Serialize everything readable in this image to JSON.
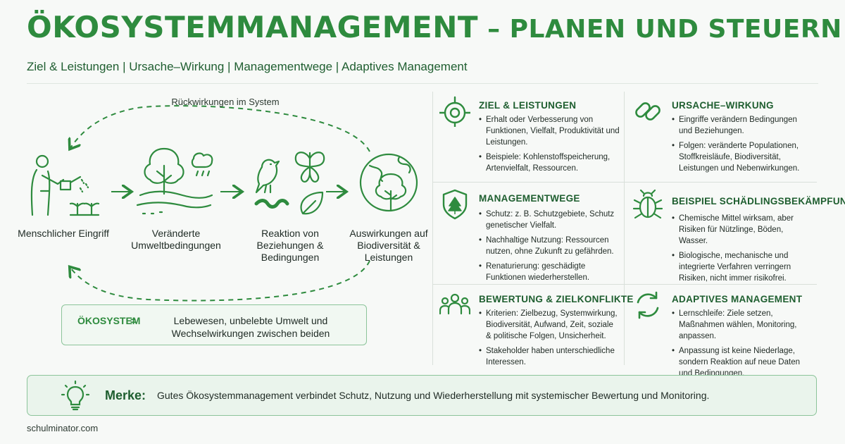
{
  "header": {
    "title_part1": "ÖKOSYSTEMMANAGEMENT",
    "title_part2": " – PLANEN UND STEUERN",
    "subtitle": "Ziel & Leistungen  |  Ursache–Wirkung  |  Managementwege  |  Adaptives Management"
  },
  "flow": {
    "loop_label": "Rückwirkungen im System",
    "stages": [
      {
        "label": "Menschlicher Eingriff",
        "icon": "person-watering-plants-icon"
      },
      {
        "label": "Veränderte Umweltbedingungen",
        "icon": "tree-landscape-rain-icon"
      },
      {
        "label": "Reaktion von Beziehungen & Bedingungen",
        "icon": "bird-butterfly-worm-leaf-icon"
      },
      {
        "label": "Auswirkungen auf Biodiversität & Leistungen",
        "icon": "globe-tree-icon"
      }
    ]
  },
  "definition": {
    "term": "ÖKOSYSTEM",
    "eq": "=",
    "text": "Lebewesen, unbelebte Umwelt und Wechselwirkungen zwischen beiden"
  },
  "panels": {
    "ziel": {
      "title": "ZIEL & LEISTUNGEN",
      "icon": "target-icon",
      "items": [
        "Erhalt oder Verbesserung von Funktionen, Vielfalt, Produktivität und Leistungen.",
        "Beispiele: Kohlenstoffspeicherung, Artenvielfalt, Ressourcen."
      ]
    },
    "ursache": {
      "title": "URSACHE–WIRKUNG",
      "icon": "chain-link-icon",
      "items": [
        "Eingriffe verändern Bedingungen und Beziehungen.",
        "Folgen: veränderte Populationen, Stoffkreisläufe, Biodiversität, Leistungen und Nebenwirkungen."
      ]
    },
    "wege": {
      "title": "MANAGEMENTWEGE",
      "icon": "shield-tree-icon",
      "items": [
        "Schutz: z. B. Schutzgebiete, Schutz genetischer Vielfalt.",
        "Nachhaltige Nutzung: Ressourcen nutzen, ohne Zukunft zu gefährden.",
        "Renaturierung: geschädigte Funktionen wiederherstellen."
      ]
    },
    "schaedling": {
      "title": "BEISPIEL SCHÄDLINGSBEKÄMPFUNG",
      "icon": "beetle-icon",
      "items": [
        "Chemische Mittel wirksam, aber Risiken für Nützlinge, Böden, Wasser.",
        "Biologische, mechanische und integrierte Verfahren verringern Risiken, nicht immer risikofrei."
      ]
    },
    "bewertung": {
      "title": "BEWERTUNG & ZIELKONFLIKTE",
      "icon": "people-group-icon",
      "items": [
        "Kriterien: Zielbezug, Systemwirkung, Biodiversität, Aufwand, Zeit, soziale & politische Folgen, Unsicherheit.",
        "Stakeholder haben unterschiedliche Interessen."
      ]
    },
    "adaptiv": {
      "title": "ADAPTIVES MANAGEMENT",
      "icon": "cycle-arrows-icon",
      "items": [
        "Lernschleife: Ziele setzen, Maßnahmen wählen, Monitoring, anpassen.",
        "Anpassung ist keine Niederlage, sondern Reaktion auf neue Daten und Bedingungen."
      ]
    }
  },
  "merke": {
    "label": "Merke:",
    "text": "Gutes Ökosystemmanagement verbindet Schutz, Nutzung und Wiederherstellung mit systemischer Bewertung und Monitoring.",
    "icon": "lightbulb-icon"
  },
  "footer": {
    "source": "schulminator.com"
  },
  "colors": {
    "accent": "#2e8b3e",
    "dark_green": "#1e5e2f",
    "box_border": "#8cc49a"
  }
}
